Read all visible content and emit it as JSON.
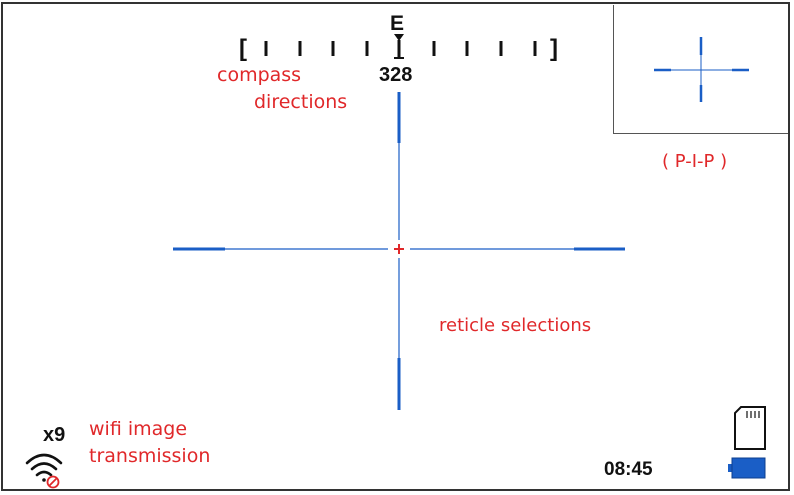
{
  "compass": {
    "heading_letter": "E",
    "bearing": "328",
    "left_bracket": "[",
    "right_bracket": "]"
  },
  "zoom": "x9",
  "time": "08:45",
  "annotations": {
    "compass_line1": "compass",
    "compass_line2": "directions",
    "pip": "( P-I-P )",
    "reticle": "reticle selections",
    "wifi_line1": "wifi image",
    "wifi_line2": "transmission"
  },
  "icons": {
    "wifi": "wifi-disabled-icon",
    "sd_card": "sd-card-icon",
    "battery": "battery-icon"
  },
  "colors": {
    "reticle_blue": "#1a5ec6",
    "reticle_center": "#e0282a",
    "annotation_red": "#e0282a",
    "battery_blue": "#1a5ec6"
  }
}
